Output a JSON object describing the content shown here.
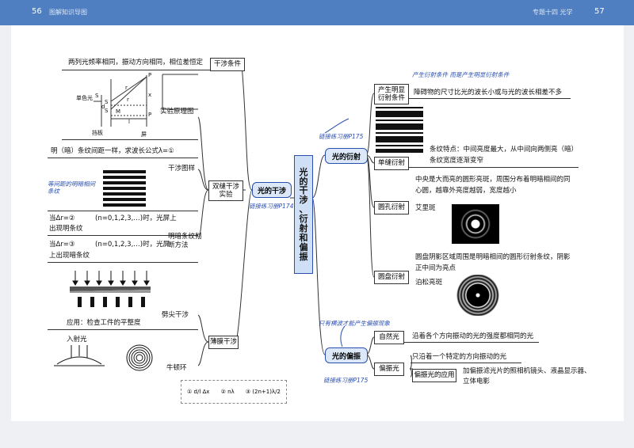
{
  "header": {
    "left_page_num": "56",
    "left_title": "图解知识导图",
    "right_title": "专题十四  光学",
    "right_page_num": "57"
  },
  "center_title_chars": [
    "光",
    "的",
    "干",
    "涉",
    "、",
    "衍",
    "射",
    "和",
    "偏",
    "振"
  ],
  "interference": {
    "branch": "光的干涉",
    "link": "链接练习册P174",
    "double_slit": "双缝干涉实验",
    "thin_film": "薄膜干涉",
    "cond_label": "干涉条件",
    "cond_text": "两列光频率相同，振动方向相同，相位差恒定",
    "principle_label": "实验原理图",
    "diagram": {
      "single_light": "单色光",
      "s": "S",
      "s1": "S",
      "s2": "S",
      "d": "d",
      "m": "M",
      "r1": "r",
      "r2": "r",
      "p": "P",
      "p0": "P",
      "x": "x",
      "l": "l",
      "baffle": "挡板",
      "screen": "屏"
    },
    "spacing_text": "明（暗）条纹间距一样，求波长公式λ=①",
    "pattern_label": "干涉图样",
    "pattern_note": "等间距的明暗相间条纹",
    "bright_cond_1": "当Δr=②",
    "bright_cond_2": "(n=0,1,2,3,…)时，光屏上",
    "bright_cond_3": "出现明条纹",
    "dark_cond_1": "当Δr=③",
    "dark_cond_2": "(n=0,1,2,3,…)时，光屏",
    "dark_cond_3": "上出现暗条纹",
    "judge_label": "明暗条纹判断方法",
    "wedge_label": "劈尖干涉",
    "application": "应用：检查工件的平整度",
    "incident": "入射光",
    "newton_label": "牛顿环",
    "answers": [
      "① d/l Δx",
      "② nλ",
      "③ (2n+1)λ/2"
    ]
  },
  "diffraction": {
    "branch": "光的衍射",
    "link": "链接练习册P175",
    "obvious_label": "产生明显衍射条件",
    "note_top": "产生衍射条件  而是产生明显衍射条件",
    "obvious_text": "障碍物的尺寸比光的波长小或与光的波长相差不多",
    "single_slit_label": "单缝衍射",
    "single_feature_1": "条纹特点：中间亮度最大，从中间向两侧亮（暗）",
    "single_feature_2": "条纹宽度逐渐变窄",
    "hole_label": "圆孔衍射",
    "hole_text_1": "中央是大而亮的圆形亮斑，周围分布着明暗相间的同",
    "hole_text_2": "心圆，越靠外亮度越弱，宽度越小",
    "airy": "艾里斑",
    "disk_label": "圆盘衍射",
    "disk_text_1": "圆盘阴影区域周围是明暗相间的圆形衍射条纹，阴影",
    "disk_text_2": "正中间为亮点",
    "poisson": "泊松亮斑"
  },
  "polarization": {
    "branch": "光的偏振",
    "link": "链接练习册P175",
    "note": "只有横波才能产生偏振现象",
    "natural_label": "自然光",
    "natural_text": "沿着各个方向振动的光的强度都相同的光",
    "polarized_label": "偏振光",
    "polarized_text": "只沿着一个特定的方向振动的光",
    "app_label": "偏振光的应用",
    "app_text_1": "加偏振滤光片的照相机镜头、液晶显示器、",
    "app_text_2": "立体电影"
  }
}
